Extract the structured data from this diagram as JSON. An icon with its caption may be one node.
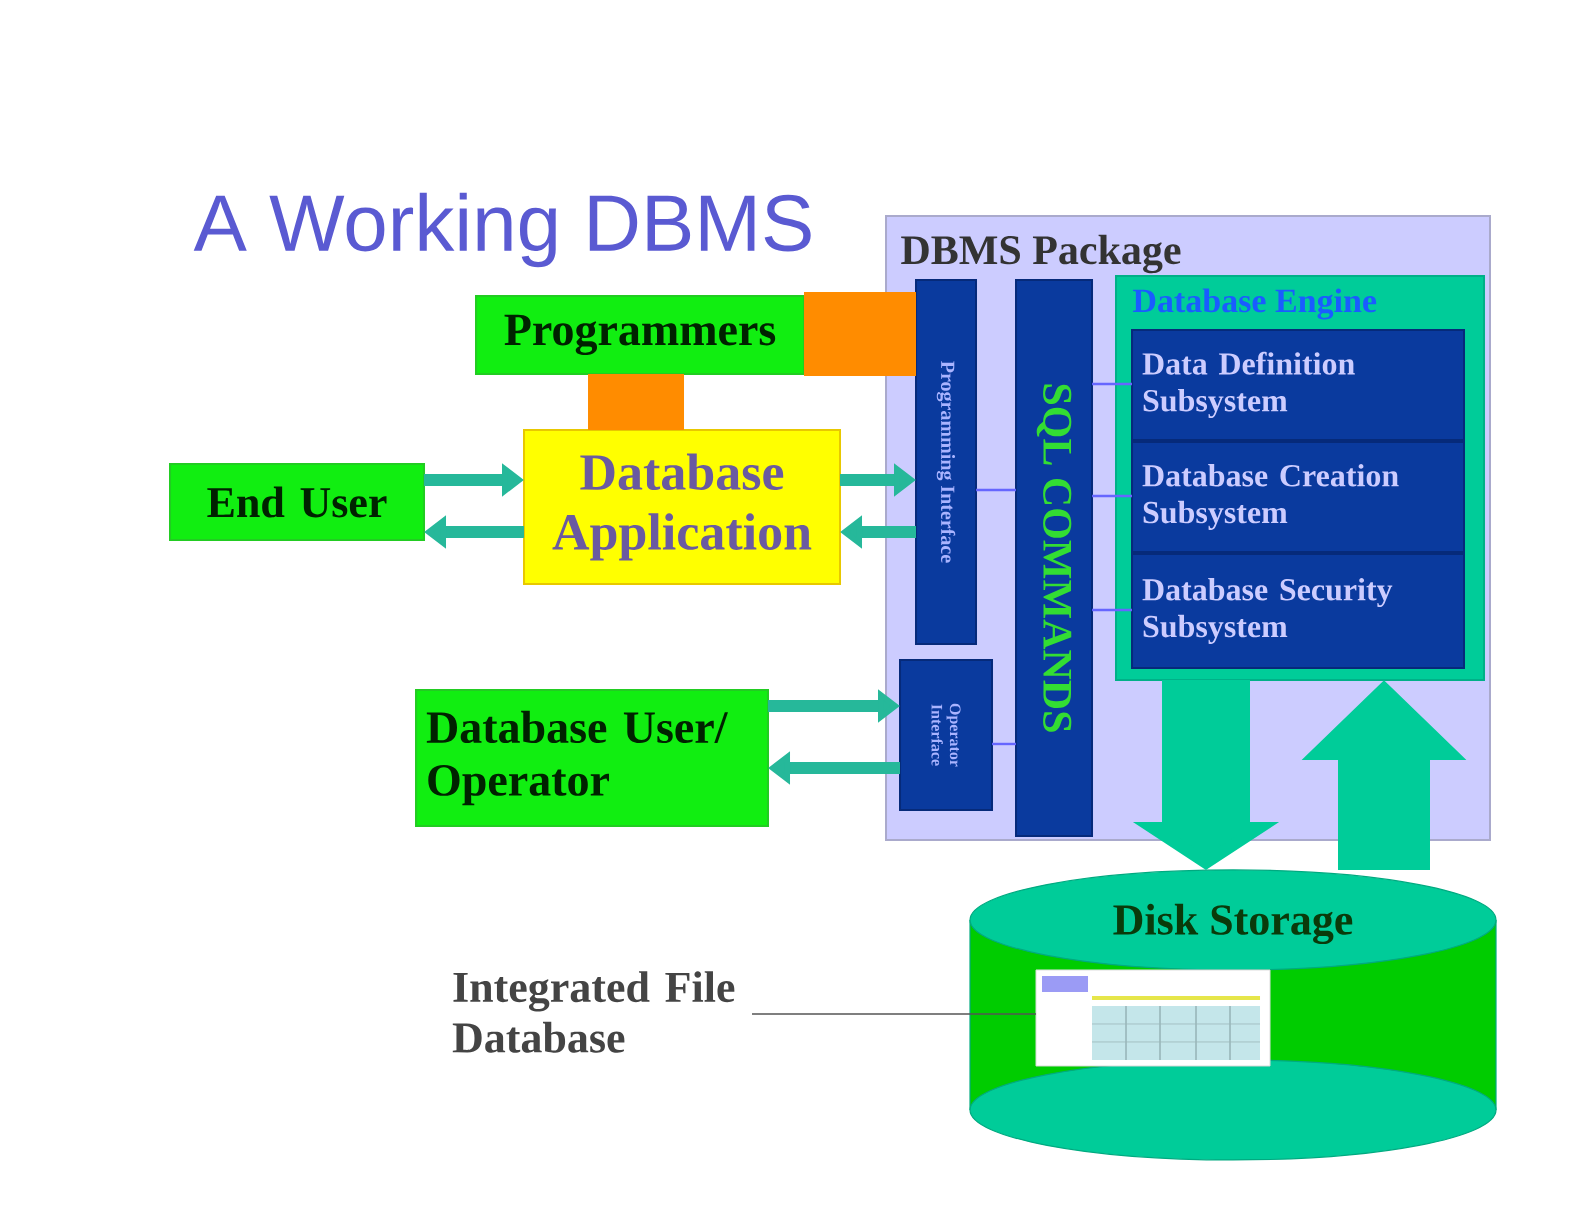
{
  "diagram": {
    "title": "A Working DBMS",
    "nodes": [
      {
        "text": [
          "Programmers"
        ]
      },
      {
        "text": [
          "End User"
        ]
      },
      {
        "text": [
          "Database Application"
        ]
      },
      {
        "text": [
          "Database User/ Operator"
        ]
      },
      {
        "text": [
          "DBMS Package"
        ]
      },
      {
        "text": [
          "Programming Interface"
        ],
        "in": 4
      },
      {
        "text": [
          "Operator Interface"
        ],
        "in": 4
      },
      {
        "text": [
          "SQL COMMANDS"
        ],
        "in": 4
      },
      {
        "text": [
          "Database Engine"
        ],
        "in": 4
      },
      {
        "text": [
          "Data Definition Subsystem"
        ],
        "in": 8
      },
      {
        "text": [
          "Database Creation Subsystem"
        ],
        "in": 8
      },
      {
        "text": [
          "Database Security Subsystem"
        ],
        "in": 8
      },
      {
        "text": [
          "Disk Storage"
        ]
      },
      {
        "text": [],
        "shape": "picture",
        "in": 12
      },
      {
        "text": [
          "Integrated File Database"
        ]
      }
    ],
    "edges": [
      {
        "from": 1,
        "to": 2,
        "arrow": "to"
      },
      {
        "from": 2,
        "to": 1,
        "arrow": "to"
      },
      {
        "from": 2,
        "to": 5,
        "arrow": "to"
      },
      {
        "from": 5,
        "to": 2,
        "arrow": "to"
      },
      {
        "from": 3,
        "to": 6,
        "arrow": "to"
      },
      {
        "from": 6,
        "to": 3,
        "arrow": "to"
      },
      {
        "from": 0,
        "to": 5,
        "arrow": "none",
        "style": "thick",
        "color": "#ff8c00"
      },
      {
        "from": 0,
        "to": 2,
        "arrow": "none",
        "style": "thick",
        "color": "#ff8c00"
      },
      {
        "from": 5,
        "to": 7,
        "arrow": "none",
        "color": "#6666ff"
      },
      {
        "from": 6,
        "to": 7,
        "arrow": "none",
        "color": "#6666ff"
      },
      {
        "from": 7,
        "to": 9,
        "arrow": "none",
        "color": "#6666ff"
      },
      {
        "from": 7,
        "to": 10,
        "arrow": "none",
        "color": "#6666ff"
      },
      {
        "from": 7,
        "to": 11,
        "arrow": "none",
        "color": "#6666ff"
      },
      {
        "from": 8,
        "to": 12,
        "arrow": "to",
        "style": "thick",
        "color": "#00cc99"
      },
      {
        "from": 12,
        "to": 8,
        "arrow": "to",
        "style": "thick",
        "color": "#00cc99"
      },
      {
        "from": 14,
        "to": 13,
        "arrow": "none",
        "color": "#555555"
      }
    ]
  }
}
